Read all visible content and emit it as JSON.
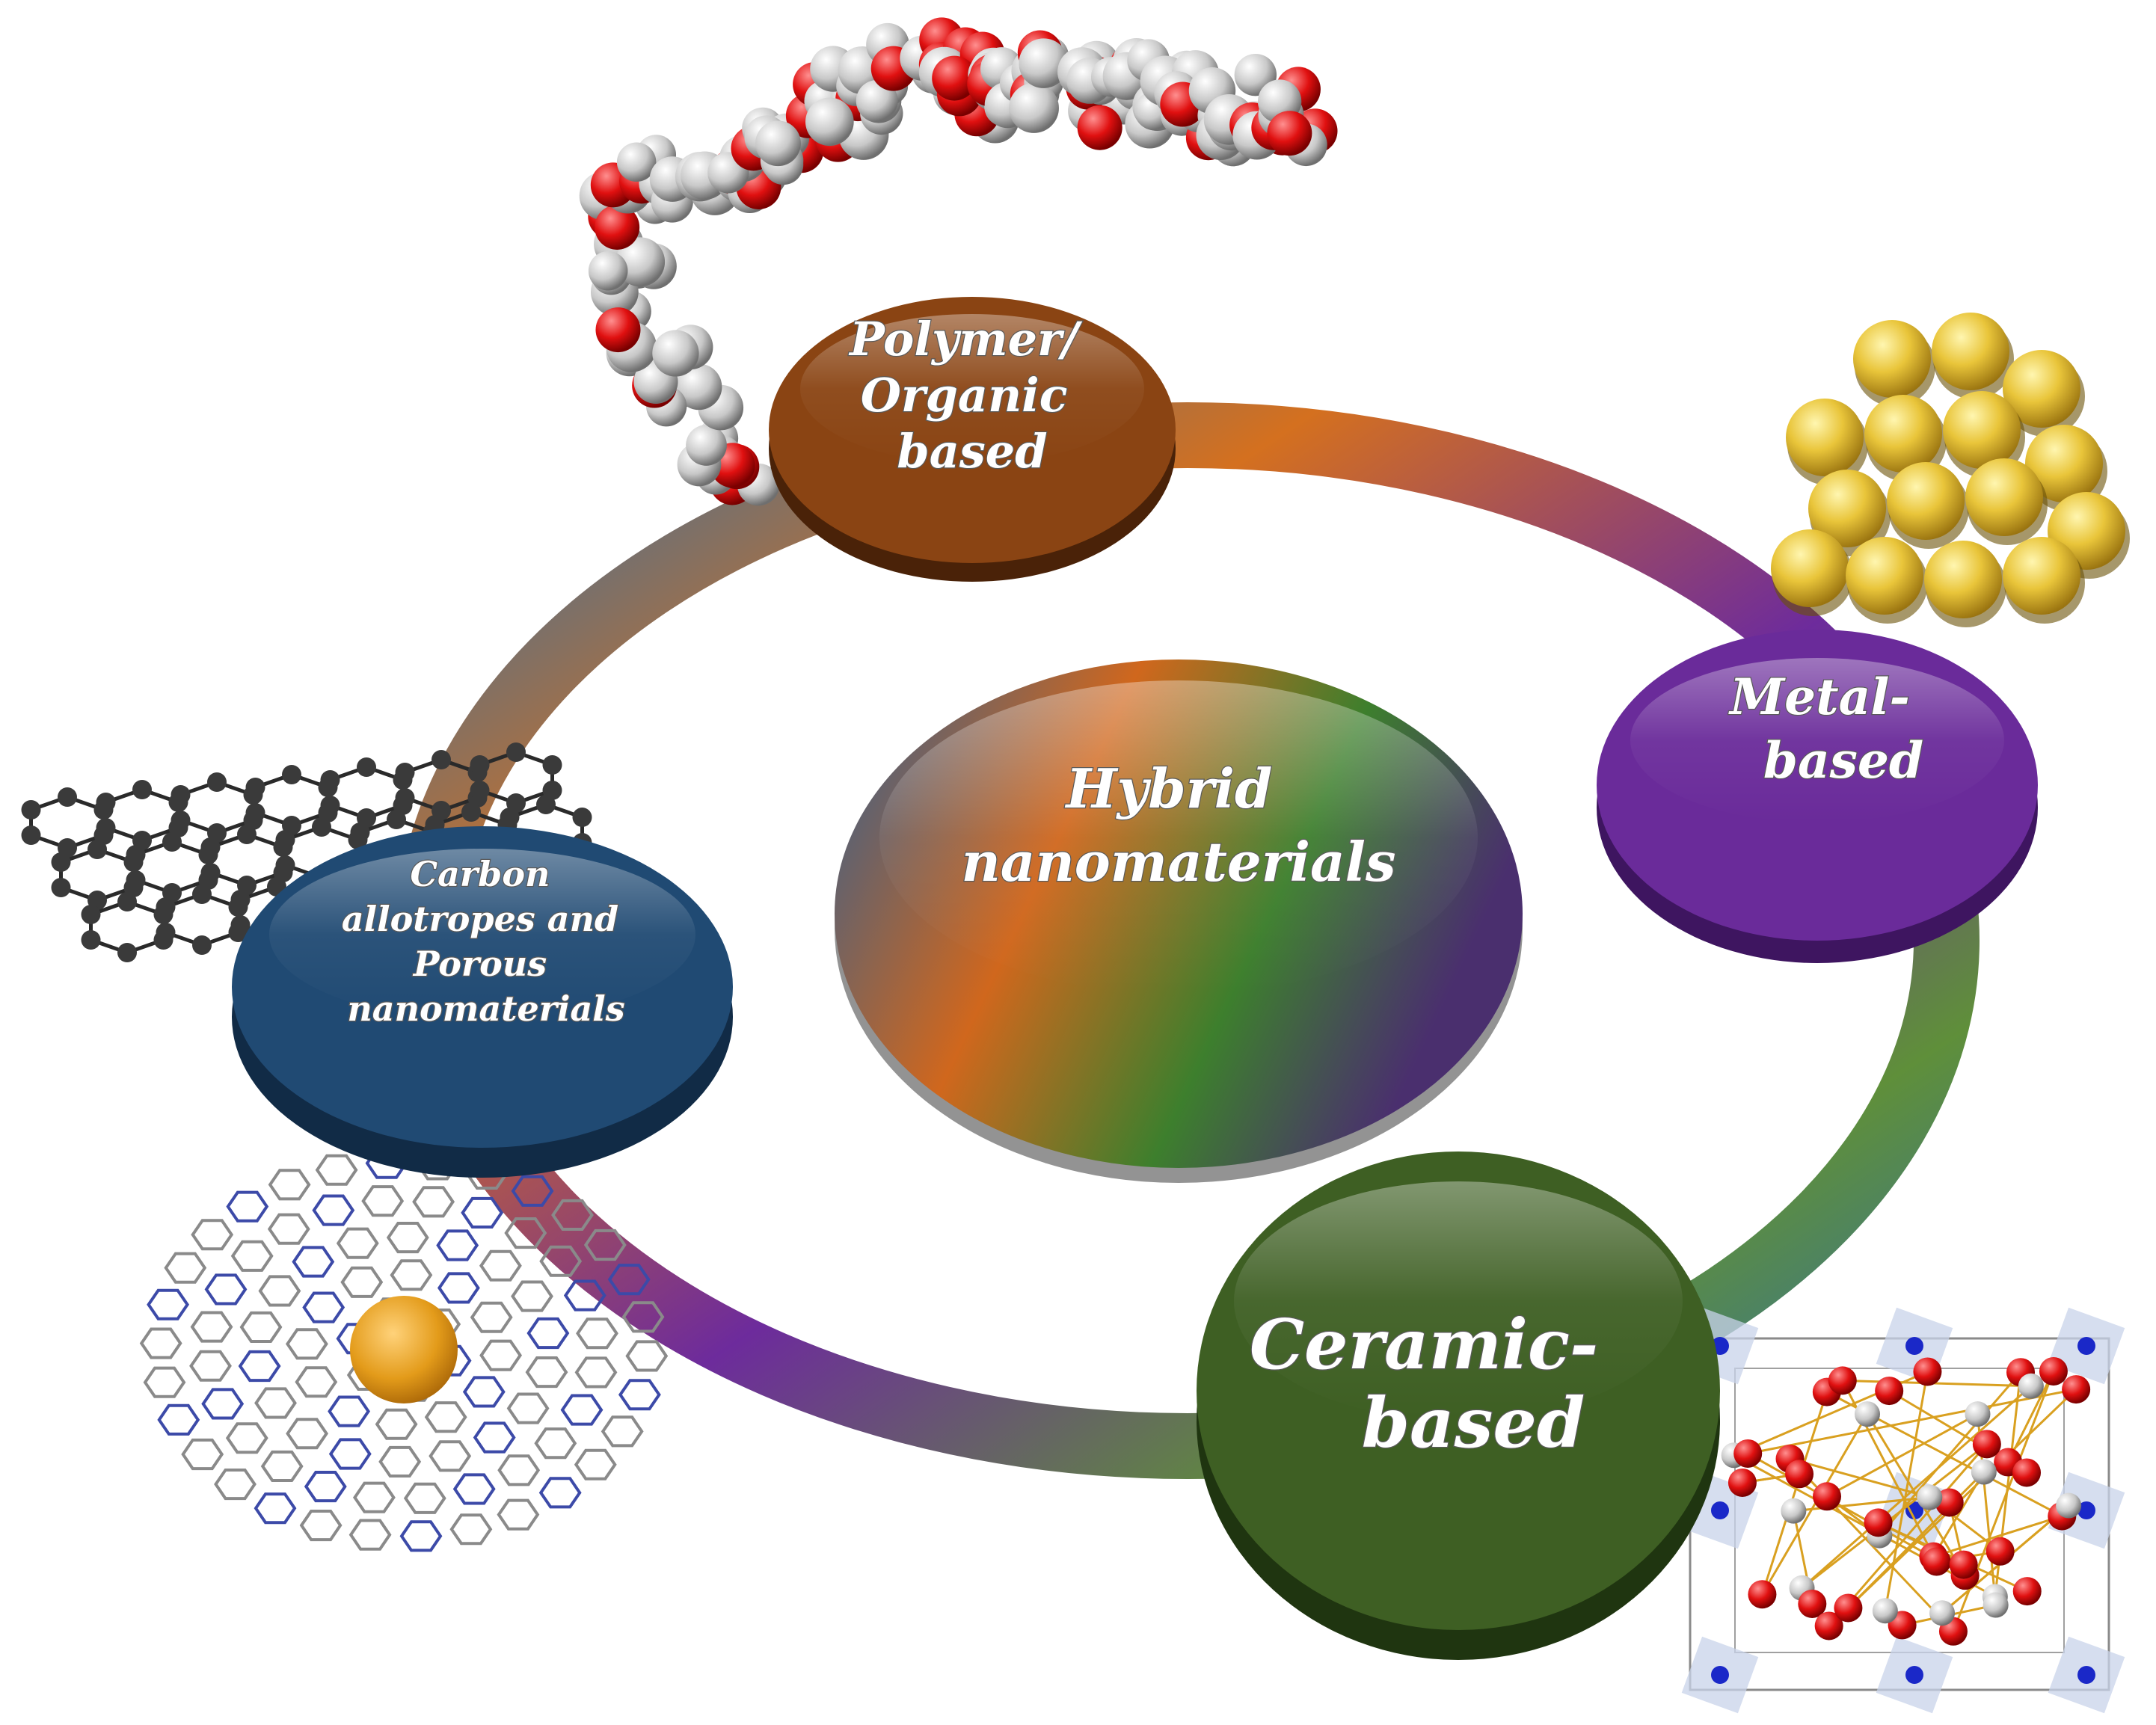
{
  "diagram": {
    "center": {
      "lines": [
        "Hybrid",
        "nanomaterials"
      ]
    },
    "nodes": [
      {
        "key": "polymer",
        "lines": [
          "Polymer/",
          "Organic",
          "based"
        ],
        "color": "#8a4413",
        "illustration": "polymer-chain"
      },
      {
        "key": "metal",
        "lines": [
          "Metal-",
          "based"
        ],
        "color": "#6a2b9a",
        "illustration": "metal-sphere-cluster"
      },
      {
        "key": "ceramic",
        "lines": [
          "Ceramic-",
          "based"
        ],
        "color": "#3e5f23",
        "illustration": "ceramic-crystal-lattice"
      },
      {
        "key": "carbon",
        "lines": [
          "Carbon",
          "allotropes and",
          "Porous",
          "nanomaterials"
        ],
        "color": "#204a73",
        "illustration": "graphene-sheet-and-porous-framework"
      }
    ],
    "ring_colors": {
      "blue": "#2f6fa8",
      "orange": "#d4701f",
      "purple": "#6d2b9c",
      "green": "#5f8f3a"
    }
  }
}
